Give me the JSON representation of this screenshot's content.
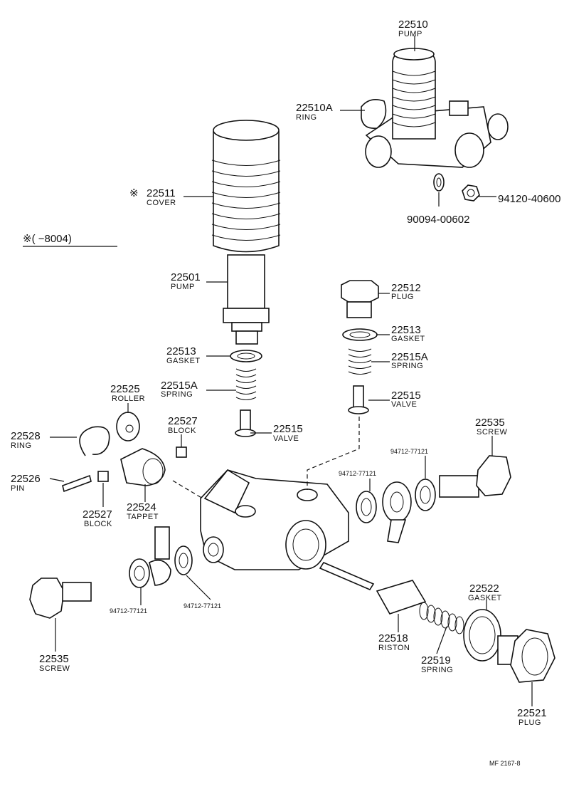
{
  "note": {
    "text": "※(      −8004)"
  },
  "footer": {
    "code": "MF 2167-8"
  },
  "labels": [
    {
      "id": "pump-top",
      "number": "22510",
      "name": "PUMP"
    },
    {
      "id": "ring-top",
      "number": "22510A",
      "name": "RING"
    },
    {
      "id": "cover",
      "number": "22511",
      "name": "COVER",
      "mark": "※"
    },
    {
      "id": "nut-a",
      "number": "94120-40600",
      "name": ""
    },
    {
      "id": "washer-a",
      "number": "90094-00602",
      "name": ""
    },
    {
      "id": "pump-main",
      "number": "22501",
      "name": "PUMP"
    },
    {
      "id": "plug-top",
      "number": "22512",
      "name": "PLUG"
    },
    {
      "id": "gasket-right",
      "number": "22513",
      "name": "GASKET"
    },
    {
      "id": "spring-right",
      "number": "22515A",
      "name": "SPRING"
    },
    {
      "id": "valve-right",
      "number": "22515",
      "name": "VALVE"
    },
    {
      "id": "gasket-left",
      "number": "22513",
      "name": "GASKET"
    },
    {
      "id": "spring-left",
      "number": "22515A",
      "name": "SPRING"
    },
    {
      "id": "valve-left",
      "number": "22515",
      "name": "VALVE"
    },
    {
      "id": "roller",
      "number": "22525",
      "name": "ROLLER"
    },
    {
      "id": "block-top",
      "number": "22527",
      "name": "BLOCK"
    },
    {
      "id": "ring-left",
      "number": "22528",
      "name": "RING"
    },
    {
      "id": "pin",
      "number": "22526",
      "name": "PIN"
    },
    {
      "id": "block-bottom",
      "number": "22527",
      "name": "BLOCK"
    },
    {
      "id": "tappet",
      "number": "22524",
      "name": "TAPPET"
    },
    {
      "id": "screw-right",
      "number": "22535",
      "name": "SCREW"
    },
    {
      "id": "gasket-right-a",
      "number": "94712-77121",
      "name": ""
    },
    {
      "id": "gasket-right-b",
      "number": "94712-77121",
      "name": ""
    },
    {
      "id": "gasket-bottom-a",
      "number": "94712-77121",
      "name": ""
    },
    {
      "id": "gasket-bottom-b",
      "number": "94712-77121",
      "name": ""
    },
    {
      "id": "screw-left",
      "number": "22535",
      "name": "SCREW"
    },
    {
      "id": "piston",
      "number": "22518",
      "name": "RISTON"
    },
    {
      "id": "gasket-plug",
      "number": "22522",
      "name": "GASKET"
    },
    {
      "id": "spring-piston",
      "number": "22519",
      "name": "SPRING"
    },
    {
      "id": "plug-bottom",
      "number": "22521",
      "name": "PLUG"
    }
  ]
}
